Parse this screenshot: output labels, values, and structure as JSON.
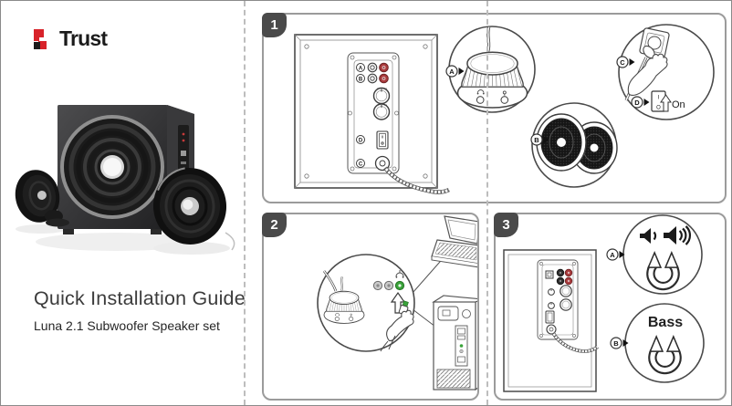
{
  "brand": {
    "name": "Trust"
  },
  "intro": {
    "title": "Quick Installation Guide",
    "subtitle": "Luna 2.1 Subwoofer Speaker set"
  },
  "panel1": {
    "number": "1",
    "rear": {
      "label_a": "A",
      "label_b": "B",
      "label_c": "C",
      "label_d": "D"
    },
    "callouts": {
      "knob": "A",
      "speakers": "B",
      "plug": "C",
      "switch": "D"
    },
    "switch": {
      "on_mark": "I",
      "off_mark": "O",
      "text": "On"
    }
  },
  "panel2": {
    "number": "2"
  },
  "panel3": {
    "number": "3",
    "callouts": {
      "volume": "A",
      "bass": "B"
    },
    "bass_text": "Bass"
  },
  "colors": {
    "brand_red": "#d8232a",
    "badge_bg": "#4a4a4a",
    "rca_red": "#a93a3c",
    "jack_green": "#3aa33a",
    "line_art": "#4a4a4a",
    "panel_border": "#9b9b9b",
    "fold_line": "#bdbdbd"
  }
}
